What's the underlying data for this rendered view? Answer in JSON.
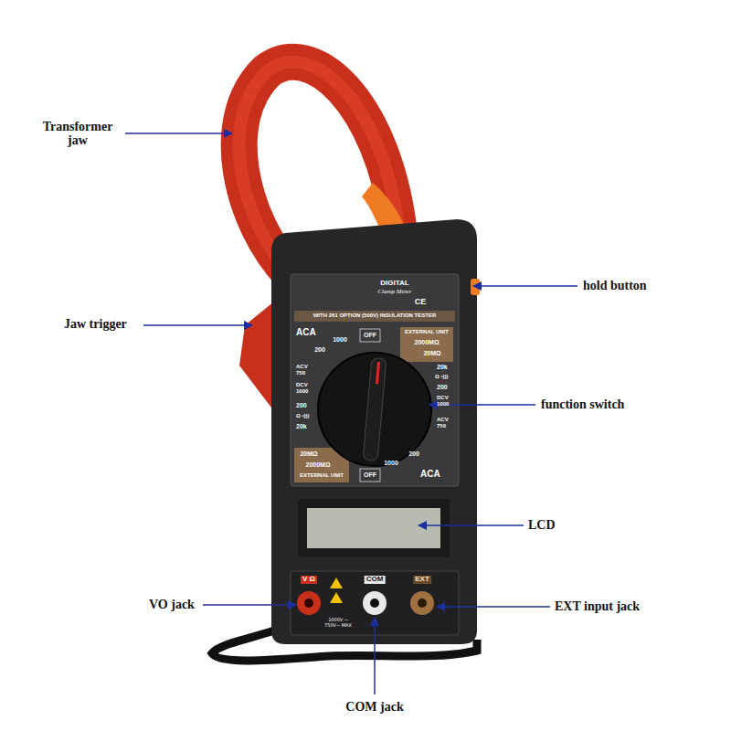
{
  "diagram": {
    "labels": [
      "Transformer jaw",
      "hold button",
      "Jaw trigger",
      "function switch",
      "LCD",
      "VO jack",
      "EXT input jack",
      "COM jack",
      "DIGITAL",
      "Clamp Meter",
      "CE",
      "WITH 261 OPTION (500V) INSULATION TESTER",
      "ACA",
      "1000",
      "200",
      "OFF",
      "EXTERNAL UNIT",
      "2000MΩ",
      "20MΩ",
      "ACV 750",
      "DCV 1000",
      "200",
      "Ω •)))",
      "20k",
      "20k",
      "Ω •)))",
      "200",
      "DCV 1000",
      "ACV 750",
      "20MΩ",
      "2000MΩ",
      "EXTERNAL UNIT",
      "OFF",
      "1000",
      "200",
      "ACA",
      "V Ω",
      "COM",
      "EXT",
      "1000V ⎓ 750V~ MAX"
    ]
  }
}
